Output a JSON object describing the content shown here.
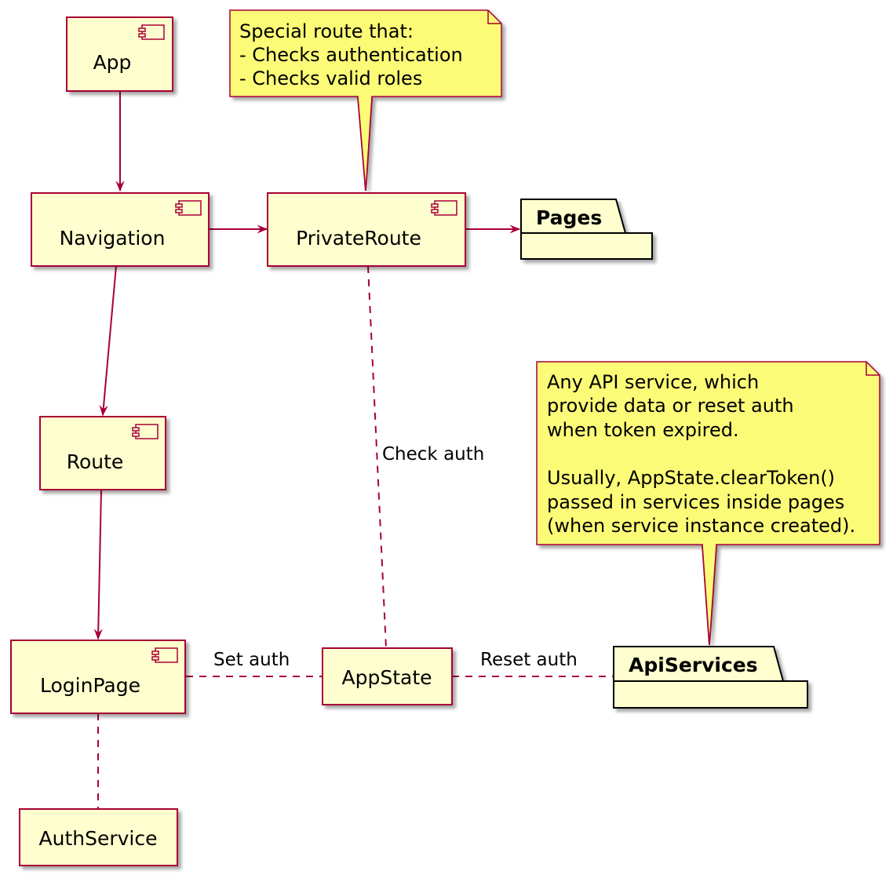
{
  "diagram": {
    "components": {
      "app": "App",
      "navigation": "Navigation",
      "private_route": "PrivateRoute",
      "route": "Route",
      "login_page": "LoginPage"
    },
    "classes": {
      "app_state": "AppState",
      "auth_service": "AuthService"
    },
    "packages": {
      "pages": "Pages",
      "api_services": "ApiServices"
    },
    "edge_labels": {
      "check_auth": "Check auth",
      "set_auth": "Set auth",
      "reset_auth": "Reset auth"
    },
    "notes": {
      "private_route_note": [
        "Special route that:",
        "- Checks authentication",
        "- Checks valid roles"
      ],
      "api_services_note": [
        "Any API service, which",
        "provide data or reset auth",
        "when token expired.",
        "",
        "Usually, AppState.clearToken()",
        "passed in services inside pages",
        "(when service instance created)."
      ]
    },
    "colors": {
      "node_fill": "#FEFECE",
      "node_border": "#A80036",
      "note_fill": "#FBFB77",
      "edge": "#A80036",
      "package_border": "#000000"
    }
  }
}
